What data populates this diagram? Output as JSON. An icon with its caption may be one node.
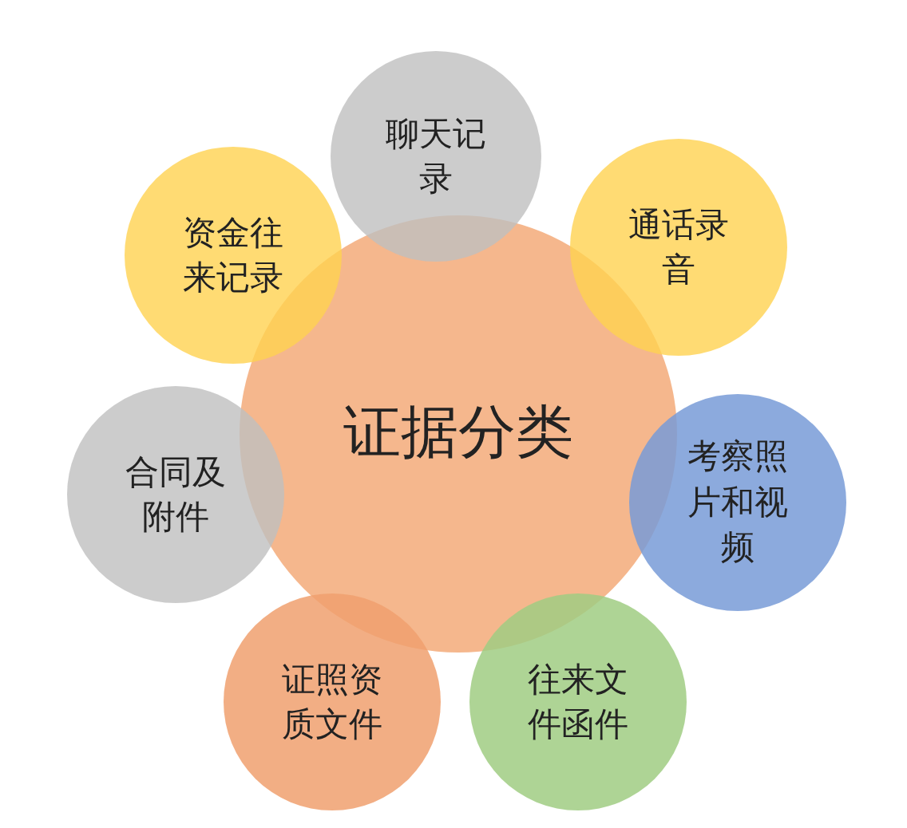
{
  "diagram": {
    "nodes": [
      {
        "text": [
          "证据分类"
        ]
      },
      {
        "text": [
          "聊天记录"
        ]
      },
      {
        "text": [
          "资金往来记录"
        ]
      },
      {
        "text": [
          "通话录音"
        ]
      },
      {
        "text": [
          "合同及附件"
        ]
      },
      {
        "text": [
          "考察照片和视频"
        ]
      },
      {
        "text": [
          "证照资质文件"
        ]
      },
      {
        "text": [
          "往来文件函件"
        ]
      }
    ]
  }
}
